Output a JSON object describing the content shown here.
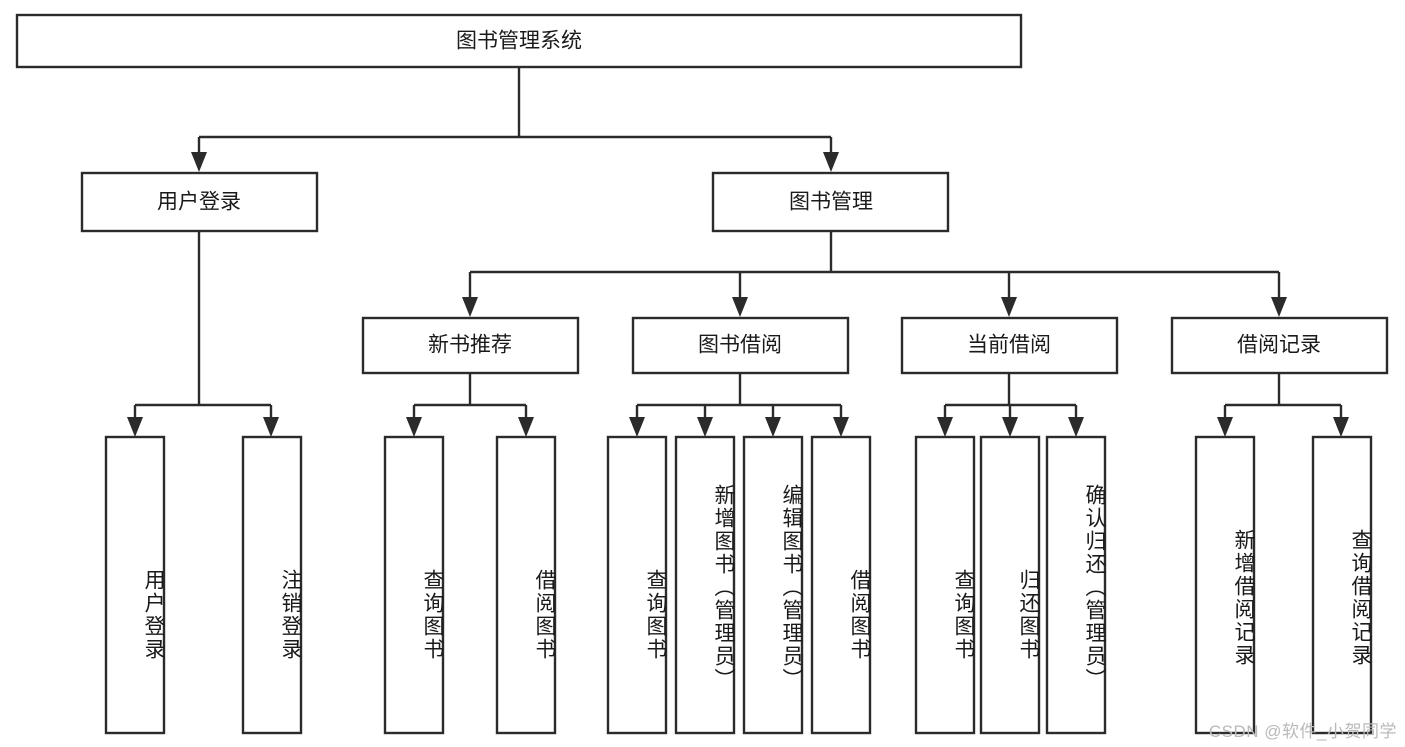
{
  "diagram": {
    "type": "tree",
    "title": "图书管理系统",
    "watermark": "CSDN @软件_小贺同学",
    "colors": {
      "box_stroke": "#2b2b2b",
      "box_fill": "#ffffff",
      "text": "#1a1a1a",
      "watermark": "#b9b9b9",
      "background": "#ffffff"
    },
    "levels": {
      "root": {
        "label": "图书管理系统"
      },
      "level2": [
        {
          "label": "用户登录"
        },
        {
          "label": "图书管理"
        }
      ],
      "level3": [
        {
          "label": "新书推荐"
        },
        {
          "label": "图书借阅"
        },
        {
          "label": "当前借阅"
        },
        {
          "label": "借阅记录"
        }
      ],
      "leaves": {
        "user_login": [
          {
            "label": "用户登录"
          },
          {
            "label": "注销登录"
          }
        ],
        "new_book_rec": [
          {
            "label": "查询图书"
          },
          {
            "label": "借阅图书"
          }
        ],
        "book_borrow": [
          {
            "label": "查询图书"
          },
          {
            "label": "新增图书（管理员）"
          },
          {
            "label": "编辑图书（管理员）"
          },
          {
            "label": "借阅图书"
          }
        ],
        "current_borrow": [
          {
            "label": "查询图书"
          },
          {
            "label": "归还图书"
          },
          {
            "label": "确认归还（管理员）"
          }
        ],
        "borrow_record": [
          {
            "label": "新增借阅记录"
          },
          {
            "label": "查询借阅记录"
          }
        ]
      }
    }
  }
}
